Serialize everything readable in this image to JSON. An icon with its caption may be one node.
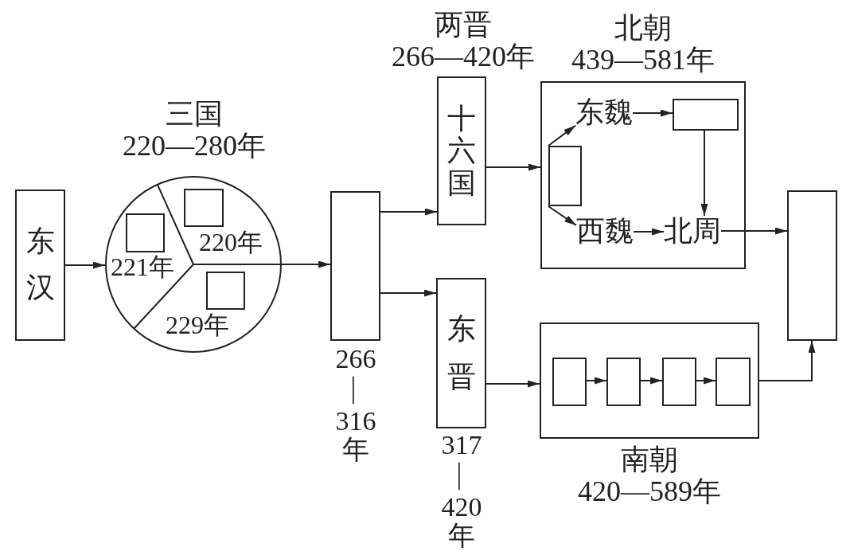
{
  "diagram": {
    "nodes": [
      {
        "text": [
          "东汉"
        ]
      },
      {
        "text": [
          "三国",
          "220—280年"
        ]
      },
      {
        "text": [],
        "shape": "box",
        "in": 1,
        "beside": [
          "220年"
        ]
      },
      {
        "text": [],
        "shape": "box",
        "in": 1,
        "beside": [
          "221年"
        ]
      },
      {
        "text": [],
        "shape": "box",
        "in": 1,
        "beside": [
          "229年"
        ]
      },
      {
        "text": [],
        "shape": "box",
        "beside": [
          "266—316年"
        ]
      },
      {
        "text": [
          "十六国"
        ]
      },
      {
        "text": [
          "北朝",
          "439—581年"
        ]
      },
      {
        "text": [],
        "shape": "box",
        "in": 7
      },
      {
        "text": [
          "东魏"
        ],
        "in": 7
      },
      {
        "text": [],
        "shape": "box",
        "in": 7
      },
      {
        "text": [
          "西魏"
        ],
        "in": 7
      },
      {
        "text": [
          "北周"
        ],
        "in": 7
      },
      {
        "text": [
          "东晋"
        ],
        "beside": [
          "317—420年"
        ]
      },
      {
        "text": [
          "南朝",
          "420—589年"
        ]
      },
      {
        "text": [],
        "shape": "box",
        "in": 14
      },
      {
        "text": [],
        "shape": "box",
        "in": 14
      },
      {
        "text": [],
        "shape": "box",
        "in": 14
      },
      {
        "text": [],
        "shape": "box",
        "in": 14
      },
      {
        "text": [],
        "shape": "box"
      }
    ],
    "edges": [
      {
        "from": 0,
        "to": 1,
        "arrow": "to"
      },
      {
        "from": 1,
        "to": 5,
        "arrow": "to"
      },
      {
        "from": 5,
        "to": 6,
        "arrow": "to"
      },
      {
        "from": 5,
        "to": 13,
        "arrow": "to"
      },
      {
        "from": 6,
        "to": 7,
        "arrow": "to"
      },
      {
        "from": 8,
        "to": 9,
        "arrow": "to"
      },
      {
        "from": 8,
        "to": 11,
        "arrow": "to"
      },
      {
        "from": 9,
        "to": 10,
        "arrow": "to"
      },
      {
        "from": 10,
        "to": 12,
        "arrow": "to"
      },
      {
        "from": 11,
        "to": 12,
        "arrow": "to"
      },
      {
        "from": 12,
        "to": 19,
        "arrow": "to"
      },
      {
        "from": 13,
        "to": 14,
        "arrow": "to"
      },
      {
        "from": 15,
        "to": 16,
        "arrow": "to"
      },
      {
        "from": 16,
        "to": 17,
        "arrow": "to"
      },
      {
        "from": 17,
        "to": 18,
        "arrow": "to"
      },
      {
        "from": 14,
        "to": 19,
        "arrow": "to"
      }
    ],
    "labels": [
      "两晋",
      "266—420年"
    ]
  }
}
